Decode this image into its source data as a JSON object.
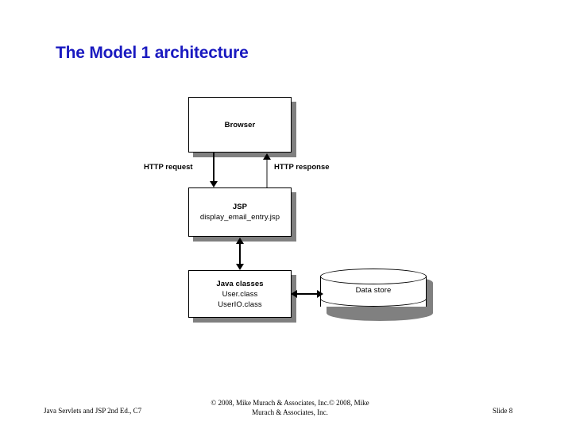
{
  "slide": {
    "title": "The Model 1 architecture",
    "title_color": "#1a1ac0",
    "background_color": "#ffffff"
  },
  "diagram": {
    "type": "architecture-flow",
    "nodes": [
      {
        "id": "browser",
        "shape": "box",
        "line1": "Browser",
        "line2": "",
        "line3": ""
      },
      {
        "id": "jsp",
        "shape": "box",
        "line1": "JSP",
        "line2": "display_email_entry.jsp",
        "line3": ""
      },
      {
        "id": "java-classes",
        "shape": "box",
        "line1": "Java classes",
        "line2": "User.class",
        "line3": "UserIO.class"
      },
      {
        "id": "data-store",
        "shape": "cylinder",
        "line1": "Data store"
      }
    ],
    "edges": [
      {
        "id": "http-request",
        "label": "HTTP request",
        "from": "browser",
        "to": "jsp",
        "direction": "down",
        "color": "#000000"
      },
      {
        "id": "http-response",
        "label": "HTTP response",
        "from": "jsp",
        "to": "browser",
        "direction": "up",
        "color": "#8a8a8a"
      },
      {
        "id": "jsp-java",
        "label": "",
        "from": "jsp",
        "to": "java-classes",
        "direction": "both",
        "color": "#000000"
      },
      {
        "id": "java-datastore",
        "label": "",
        "from": "java-classes",
        "to": "data-store",
        "direction": "both",
        "color": "#000000"
      }
    ]
  },
  "footer": {
    "left": "Java Servlets and JSP 2nd Ed., C7",
    "center_line1": "© 2008, Mike Murach & Associates, Inc.© 2008, Mike",
    "center_line2": "Murach & Associates, Inc.",
    "right": "Slide 8"
  }
}
